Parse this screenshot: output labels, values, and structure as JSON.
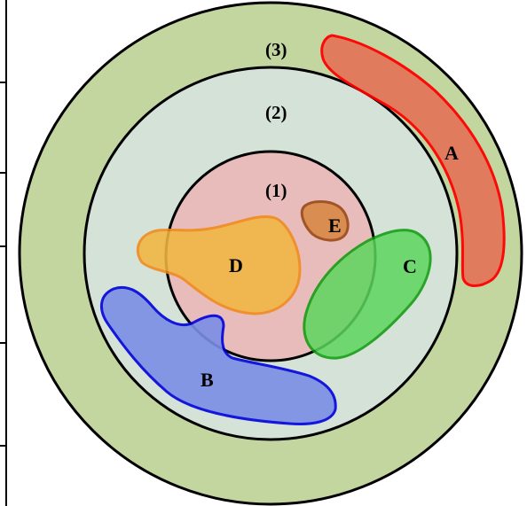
{
  "rings": [
    {
      "id": "outer",
      "label": "(3)",
      "fill": "#c4d6a0",
      "stroke": "#000000"
    },
    {
      "id": "middle",
      "label": "(2)",
      "fill": "#d5e2d8",
      "stroke": "#000000"
    },
    {
      "id": "inner",
      "label": "(1)",
      "fill": "#e9bcbc",
      "stroke": "#000000"
    }
  ],
  "regions": [
    {
      "id": "A",
      "label": "A",
      "fill": "#e2785a",
      "stroke": "#ff0000"
    },
    {
      "id": "B",
      "label": "B",
      "fill": "#7a8ee6",
      "stroke": "#0000dd"
    },
    {
      "id": "C",
      "label": "C",
      "fill": "#5dd65d",
      "stroke": "#0a9a0a"
    },
    {
      "id": "D",
      "label": "D",
      "fill": "#f2b640",
      "stroke": "#f08a1a"
    },
    {
      "id": "E",
      "label": "E",
      "fill": "#d88845",
      "stroke": "#9a4a16"
    }
  ]
}
